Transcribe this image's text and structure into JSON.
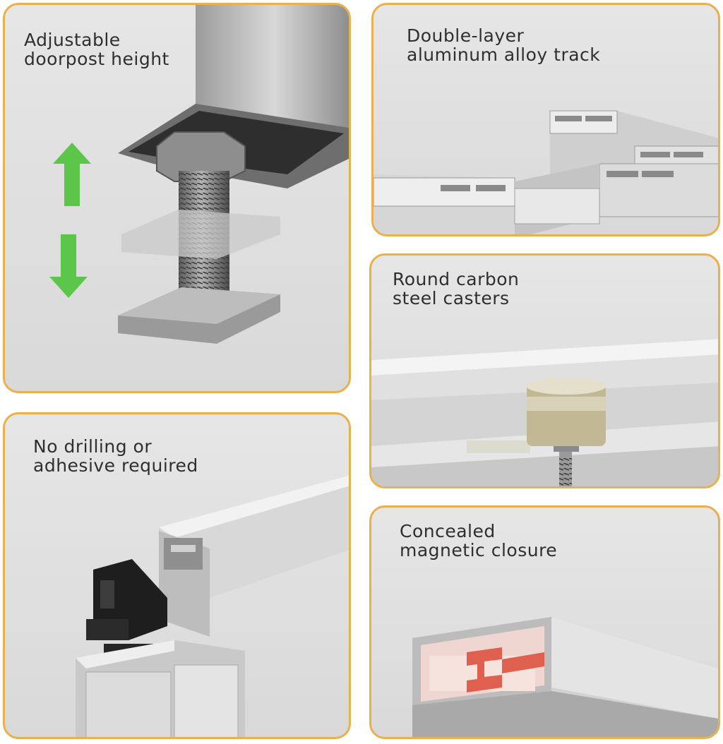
{
  "panels": [
    {
      "caption": "Adjustable\ndoorpost height",
      "icons": [
        "arrow-up-icon",
        "arrow-down-icon"
      ],
      "arrow_color": "#5cc64a"
    },
    {
      "caption": "Double-layer\naluminum alloy track"
    },
    {
      "caption": "Round carbon\nsteel casters"
    },
    {
      "caption": "No drilling or\nadhesive required"
    },
    {
      "caption": "Concealed\nmagnetic closure",
      "accent_color": "#e0604f"
    }
  ],
  "border_color": "#e9b04c"
}
